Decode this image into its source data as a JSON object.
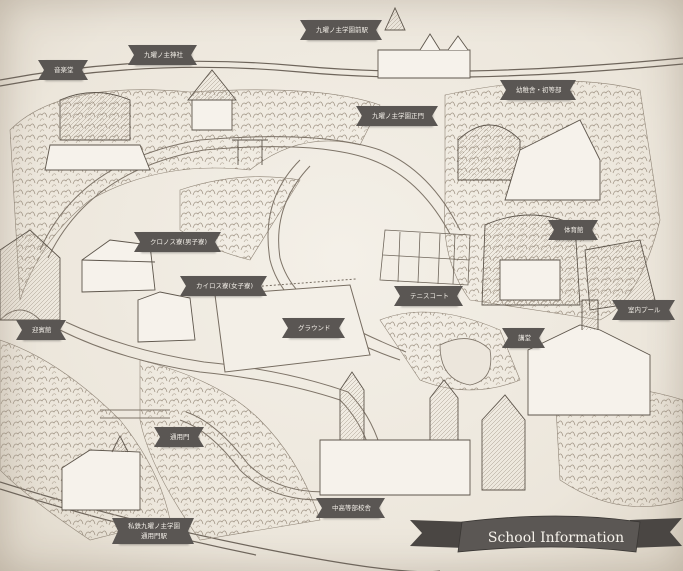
{
  "map": {
    "labels": {
      "music_hall": "音楽堂",
      "shrine": "九曜ノ主神社",
      "station_main": "九曜ノ主学園前駅",
      "cultural_hall": "幼稚舎・初等部",
      "main_gate": "九曜ノ主学園正門",
      "kronos_dorm": "クロノス寮(男子寮)",
      "kairos_dorm": "カイロス寮(女子寮)",
      "gymnasium": "体育館",
      "tennis_court": "テニスコート",
      "ground": "グラウンド",
      "reception_hall": "迎賓館",
      "auditorium": "講堂",
      "indoor_pool": "室内プール",
      "back_gate": "通用門",
      "middle_high_school": "中高等部校舎",
      "station_back_line1": "私鉄九曜ノ主学園",
      "station_back_line2": "通用門駅"
    },
    "banner_title": "School Information"
  }
}
